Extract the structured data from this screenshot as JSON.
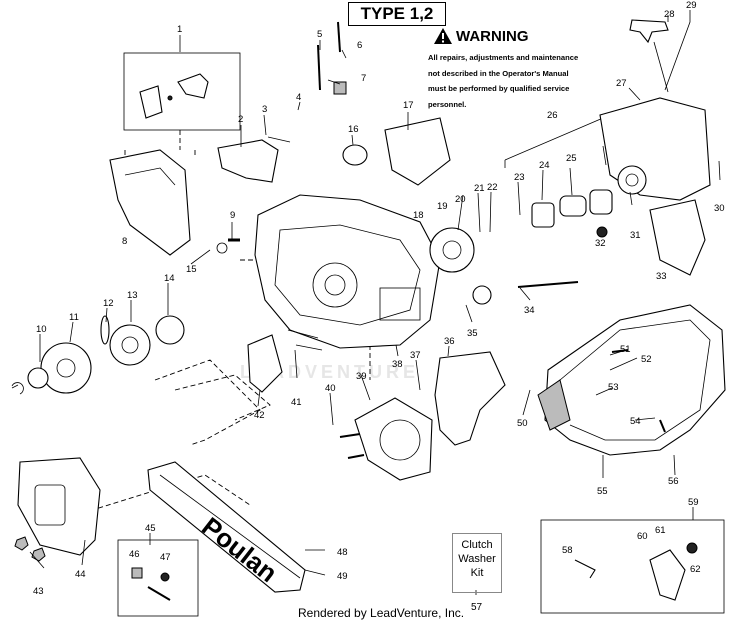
{
  "header": {
    "type_label": "TYPE 1,2"
  },
  "warning": {
    "title": "WARNING",
    "lines": [
      "All repairs, adjustments and maintenance",
      "not described in the Operator's Manual",
      "must be performed by qualified service",
      "personnel."
    ]
  },
  "brand": "Poulan",
  "watermark": "LEADVENTURE",
  "clutch_kit": {
    "lines": [
      "Clutch",
      "Washer",
      "Kit"
    ],
    "part_number": "57"
  },
  "footer": "Rendered by LeadVenture, Inc.",
  "part_numbers": [
    "1",
    "2",
    "3",
    "4",
    "5",
    "6",
    "7",
    "8",
    "9",
    "10",
    "11",
    "12",
    "13",
    "14",
    "15",
    "16",
    "17",
    "18",
    "19",
    "20",
    "21",
    "22",
    "23",
    "24",
    "25",
    "26",
    "27",
    "28",
    "29",
    "30",
    "31",
    "32",
    "33",
    "34",
    "35",
    "36",
    "37",
    "38",
    "39",
    "40",
    "41",
    "42",
    "43",
    "44",
    "45",
    "46",
    "47",
    "48",
    "49",
    "50",
    "51",
    "52",
    "53",
    "54",
    "55",
    "56",
    "58",
    "59",
    "60",
    "61",
    "62"
  ]
}
